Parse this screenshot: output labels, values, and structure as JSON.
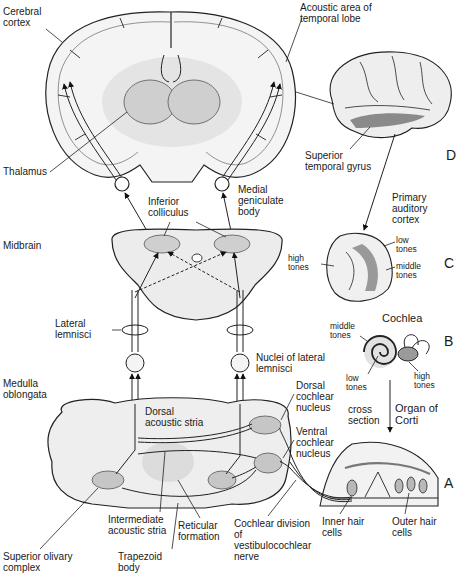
{
  "diagram": {
    "labels": [
      "Cerebral cortex",
      "Acoustic area of temporal lobe",
      "D",
      "Thalamus",
      "Superior temporal gyrus",
      "Medial geniculate body",
      "Inferior colliculus",
      "Primary auditory cortex",
      "Midbrain",
      "high tones",
      "low tones",
      "middle tones",
      "C",
      "Lateral lemnisci",
      "Nuclei of lateral lemnisci",
      "Cochlea",
      "middle tones",
      "low tones",
      "high tones",
      "B",
      "Medulla oblongata",
      "Dorsal acoustic stria",
      "Dorsal cochlear nucleus",
      "Ventral cochlear nucleus",
      "cross section",
      "Organ of Corti",
      "A",
      "Inner hair cells",
      "Outer hair cells",
      "Intermediate acoustic stria",
      "Reticular formation",
      "Cochlear division of vestibulocochlear nerve",
      "Superior olivary complex",
      "Trapezoid body"
    ]
  }
}
